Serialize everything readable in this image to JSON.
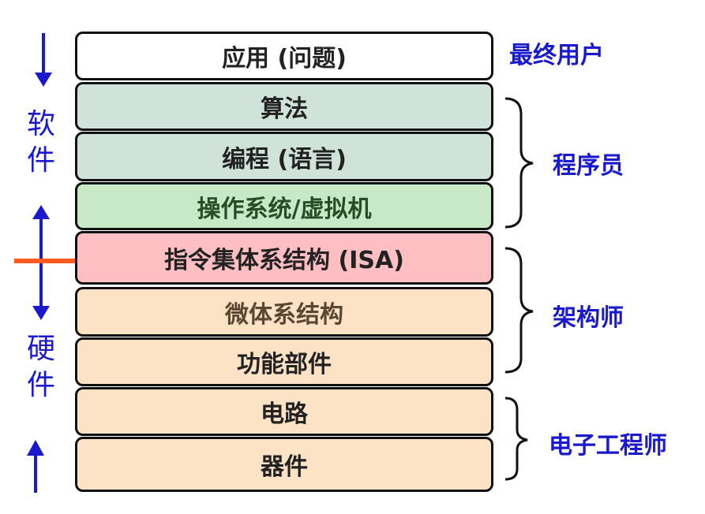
{
  "layers": [
    {
      "label": "应用 (问题)",
      "color": "#ffffff"
    },
    {
      "label": "算法",
      "color": "#cfe3da"
    },
    {
      "label": "编程 (语言)",
      "color": "#cfe3da"
    },
    {
      "label": "操作系统/虚拟机",
      "color": "#c8e9c5"
    },
    {
      "label": "指令集体系结构 (ISA)",
      "color": "#fdbfc1"
    },
    {
      "label": "微体系结构",
      "color": "#fde3c6"
    },
    {
      "label": "功能部件",
      "color": "#fde3c6"
    },
    {
      "label": "电路",
      "color": "#fde3c6"
    },
    {
      "label": "器件",
      "color": "#fde3c6"
    }
  ],
  "roles": {
    "end_user": "最终用户",
    "programmer": "程序员",
    "architect": "架构师",
    "engineer": "电子工程师"
  },
  "left": {
    "software": "软件",
    "hardware": "硬件"
  },
  "colors": {
    "accent": "#1a1acc",
    "divider": "#ff5a1f"
  }
}
